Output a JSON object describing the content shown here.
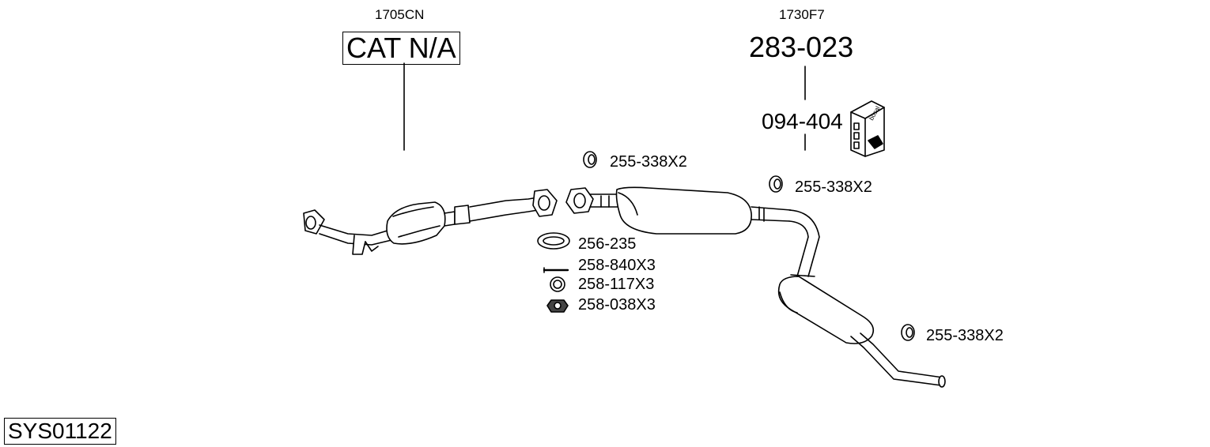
{
  "diagram": {
    "system_code": "SYS01122",
    "groups": [
      {
        "oe_code": "1705CN",
        "part_number": "CAT N/A"
      },
      {
        "oe_code": "1730F7",
        "part_number": "283-023",
        "kit_number": "094-404"
      }
    ],
    "kit_box_brand": "bosal",
    "parts": {
      "gasket_a": "255-338X2",
      "gasket_b": "255-338X2",
      "gasket_c": "255-338X2",
      "flange_gasket": "256-235",
      "bolt": "258-840X3",
      "spring": "258-117X3",
      "nut": "258-038X3"
    }
  }
}
